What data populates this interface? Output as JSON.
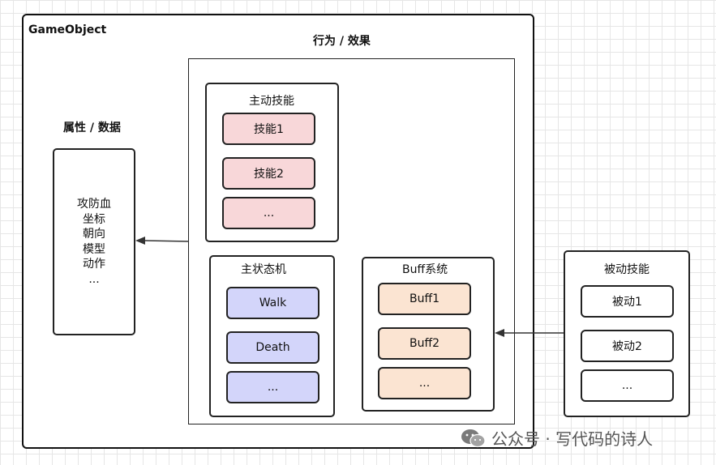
{
  "game_object": {
    "title": "GameObject",
    "attributes_title": "属性 / 数据",
    "attributes": [
      "攻防血",
      "坐标",
      "朝向",
      "模型",
      "动作",
      "..."
    ],
    "behavior_title": "行为 / 效果",
    "active_skills": {
      "title": "主动技能",
      "items": [
        "技能1",
        "技能2",
        "..."
      ]
    },
    "main_state_machine": {
      "title": "主状态机",
      "items": [
        "Walk",
        "Death",
        "..."
      ]
    },
    "buff_system": {
      "title": "Buff系统",
      "items": [
        "Buff1",
        "Buff2",
        "..."
      ]
    }
  },
  "passive_skills": {
    "title": "被动技能",
    "items": [
      "被动1",
      "被动2",
      "..."
    ]
  },
  "watermark": {
    "text": "公众号 · 写代码的诗人"
  },
  "colors": {
    "skill_fill": "#f8d7d9",
    "state_fill": "#d3d5fa",
    "buff_fill": "#fbe4d2",
    "border": "#222222"
  }
}
